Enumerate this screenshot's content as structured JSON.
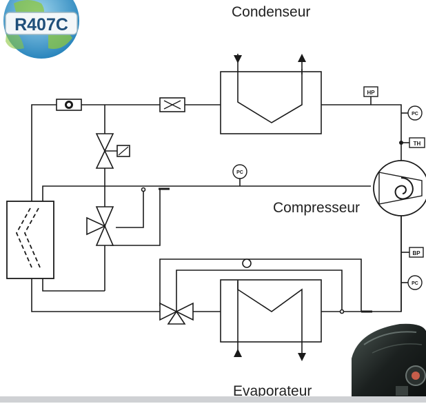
{
  "badge": {
    "text": "R407C",
    "ring_color": "#4aa6c8",
    "globe_color": "#3f9fd0",
    "land_color": "#8cc63f"
  },
  "labels": {
    "condenser": "Condenseur",
    "compressor": "Compresseur",
    "evaporator": "Evaporateur"
  },
  "instruments": {
    "hp": "HP",
    "bp": "BP",
    "pc": "PC",
    "th": "TH"
  },
  "colors": {
    "line": "#1a1a1a",
    "background": "#ffffff",
    "bottom_bar": "#cfd1d4",
    "compressor_body": "#1c2220"
  }
}
